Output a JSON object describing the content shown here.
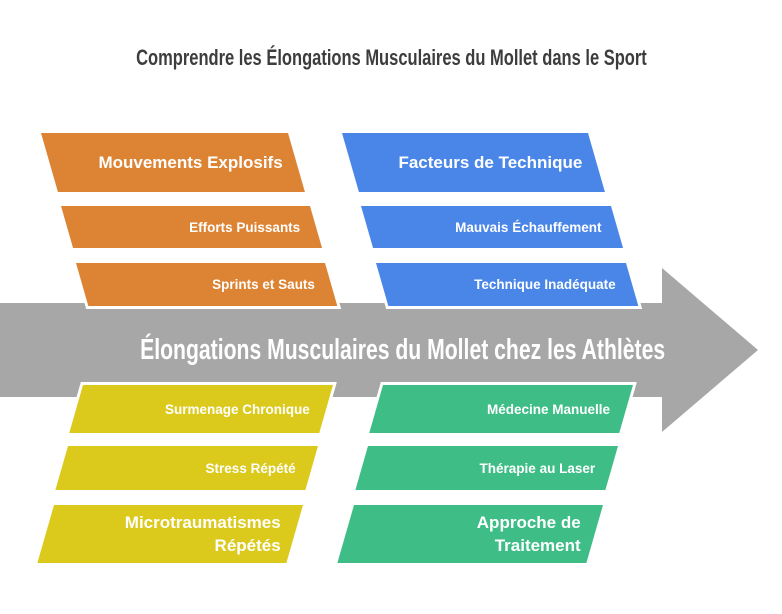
{
  "title": "Comprendre les Élongations Musculaires du Mollet dans le Sport",
  "title_color": "#3d3d3d",
  "background_color": "#ffffff",
  "arrow": {
    "label": "Élongations Musculaires du Mollet chez les Athlètes",
    "color": "#a7a7a7",
    "text_color": "#ffffff",
    "direction": "right"
  },
  "groups": [
    {
      "position": "top-left",
      "color": "#dc8433",
      "header": "Mouvements Explosifs",
      "items": [
        "Efforts Puissants",
        "Sprints et Sauts"
      ]
    },
    {
      "position": "top-right",
      "color": "#4a86e8",
      "header": "Facteurs de Technique",
      "items": [
        "Mauvais Échauffement",
        "Technique Inadéquate"
      ]
    },
    {
      "position": "bottom-left",
      "color": "#dbca1c",
      "header": "Microtraumatismes Répétés",
      "items": [
        "Surmenage Chronique",
        "Stress Répété"
      ]
    },
    {
      "position": "bottom-right",
      "color": "#3ebe86",
      "header": "Approche de Traitement",
      "items": [
        "Médecine Manuelle",
        "Thérapie au Laser"
      ]
    }
  ]
}
